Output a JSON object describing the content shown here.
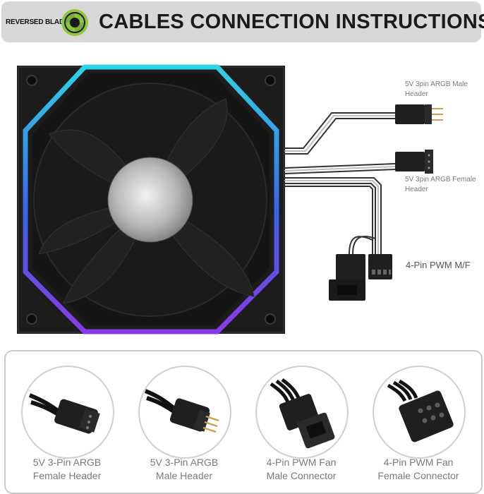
{
  "header": {
    "logo_text": "REVERSED BLADE",
    "title": "CABLES CONNECTION INSTRUCTIONS"
  },
  "diagram": {
    "labels": [
      {
        "id": "male-argb",
        "line1": "5V 3pin ARGB Male",
        "line2": "Header"
      },
      {
        "id": "female-argb",
        "line1": "5V 3pin ARGB Female",
        "line2": "Header"
      },
      {
        "id": "pwm",
        "line1": "4-Pin PWM M/F",
        "line2": ""
      }
    ]
  },
  "connectors": [
    {
      "line1": "5V 3-Pin ARGB",
      "line2": "Female Header",
      "icon": "argb-female-connector-icon"
    },
    {
      "line1": "5V 3-Pin ARGB",
      "line2": "Male Header",
      "icon": "argb-male-connector-icon"
    },
    {
      "line1": "4-Pin PWM Fan",
      "line2": "Male Connector",
      "icon": "pwm-male-connector-icon"
    },
    {
      "line1": "4-Pin PWM Fan",
      "line2": "Female Connector",
      "icon": "pwm-female-connector-icon"
    }
  ],
  "colors": {
    "banner": "#d8d8d8",
    "logo_green": "#8dc63f",
    "ring_cyan": "#2fd3e6",
    "ring_blue": "#3b63e6",
    "ring_purple": "#8a3be6"
  }
}
